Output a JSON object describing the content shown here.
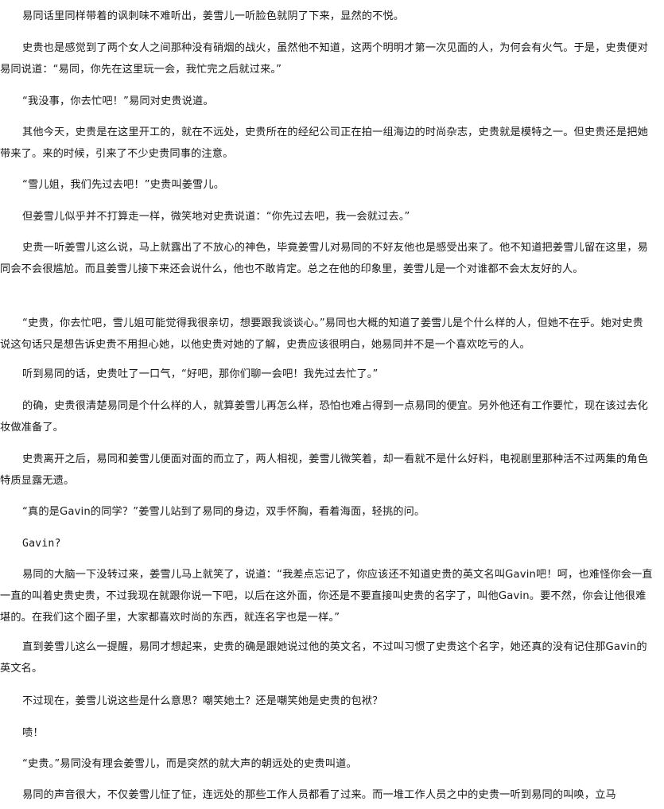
{
  "paragraphs": [
    "易同话里同样带着的讽刺味不难听出，姜雪儿一听脸色就阴了下来，显然的不悦。",
    "史贵也是感觉到了两个女人之间那种没有硝烟的战火，虽然他不知道，这两个明明才第一次见面的人，为何会有火气。于是，史贵便对易同说道：“易同，你先在这里玩一会，我忙完之后就过来。”",
    "“我没事，你去忙吧！”易同对史贵说道。",
    "其他今天，史贵是在这里开工的，就在不远处，史贵所在的经纪公司正在拍一组海边的时尚杂志，史贵就是模特之一。但史贵还是把她带来了。来的时候，引来了不少史贵同事的注意。",
    "“雪儿姐，我们先过去吧！”史贵叫姜雪儿。",
    "但姜雪儿似乎并不打算走一样，微笑地对史贵说道：“你先过去吧，我一会就过去。”",
    "史贵一听姜雪儿这么说，马上就露出了不放心的神色，毕竟姜雪儿对易同的不好友他也是感受出来了。他不知道把姜雪儿留在这里，易同会不会很尴尬。而且姜雪儿接下来还会说什么，他也不敢肯定。总之在他的印象里，姜雪儿是一个对谁都不会太友好的人。",
    "“史贵，你去忙吧，雪儿姐可能觉得我很亲切，想要跟我谈谈心。”易同也大概的知道了姜雪儿是个什么样的人，但她不在乎。她对史贵说这句话只是想告诉史贵不用担心她，以他史贵对她的了解，史贵应该很明白，她易同并不是一个喜欢吃亏的人。",
    "听到易同的话，史贵吐了一口气，“好吧，那你们聊一会吧！我先过去忙了。”",
    "的确，史贵很清楚易同是个什么样的人，就算姜雪儿再怎么样，恐怕也难占得到一点易同的便宜。另外他还有工作要忙，现在该过去化妆做准备了。",
    "史贵离开之后，易同和姜雪儿便面对面的而立了，两人相视，姜雪儿微笑着，却一看就不是什么好料，电视剧里那种活不过两集的角色特质显露无遗。",
    "“真的是Gavin的同学？”姜雪儿站到了易同的身边，双手怀胸，看着海面，轻挑的问。",
    "Gavin?",
    "易同的大脑一下没转过来，姜雪儿马上就笑了，说道：“我差点忘记了，你应该还不知道史贵的英文名叫Gavin吧！呵，也难怪你会一直一直的叫着史贵史贵，不过我现在就跟你说一下吧，以后在这外面，你还是不要直接叫史贵的名字了，叫他Gavin。要不然，你会让他很难堪的。在我们这个圈子里，大家都喜欢时尚的东西，就连名字也是一样。”",
    "直到姜雪儿这么一提醒，易同才想起来，史贵的确是跟她说过他的英文名，不过叫习惯了史贵这个名字，她还真的没有记住那Gavin的英文名。",
    "不过现在，姜雪儿说这些是什么意思？嘲笑她土？还是嘲笑她是史贵的包袱？",
    "啧！",
    "“史贵。”易同没有理会姜雪儿，而是突然的就大声的朝远处的史贵叫道。",
    "易同的声音很大，不仅姜雪儿怔了怔，连远处的那些工作人员都看了过来。而一堆工作人员之中的史贵一听到易同的叫唤，立马"
  ]
}
